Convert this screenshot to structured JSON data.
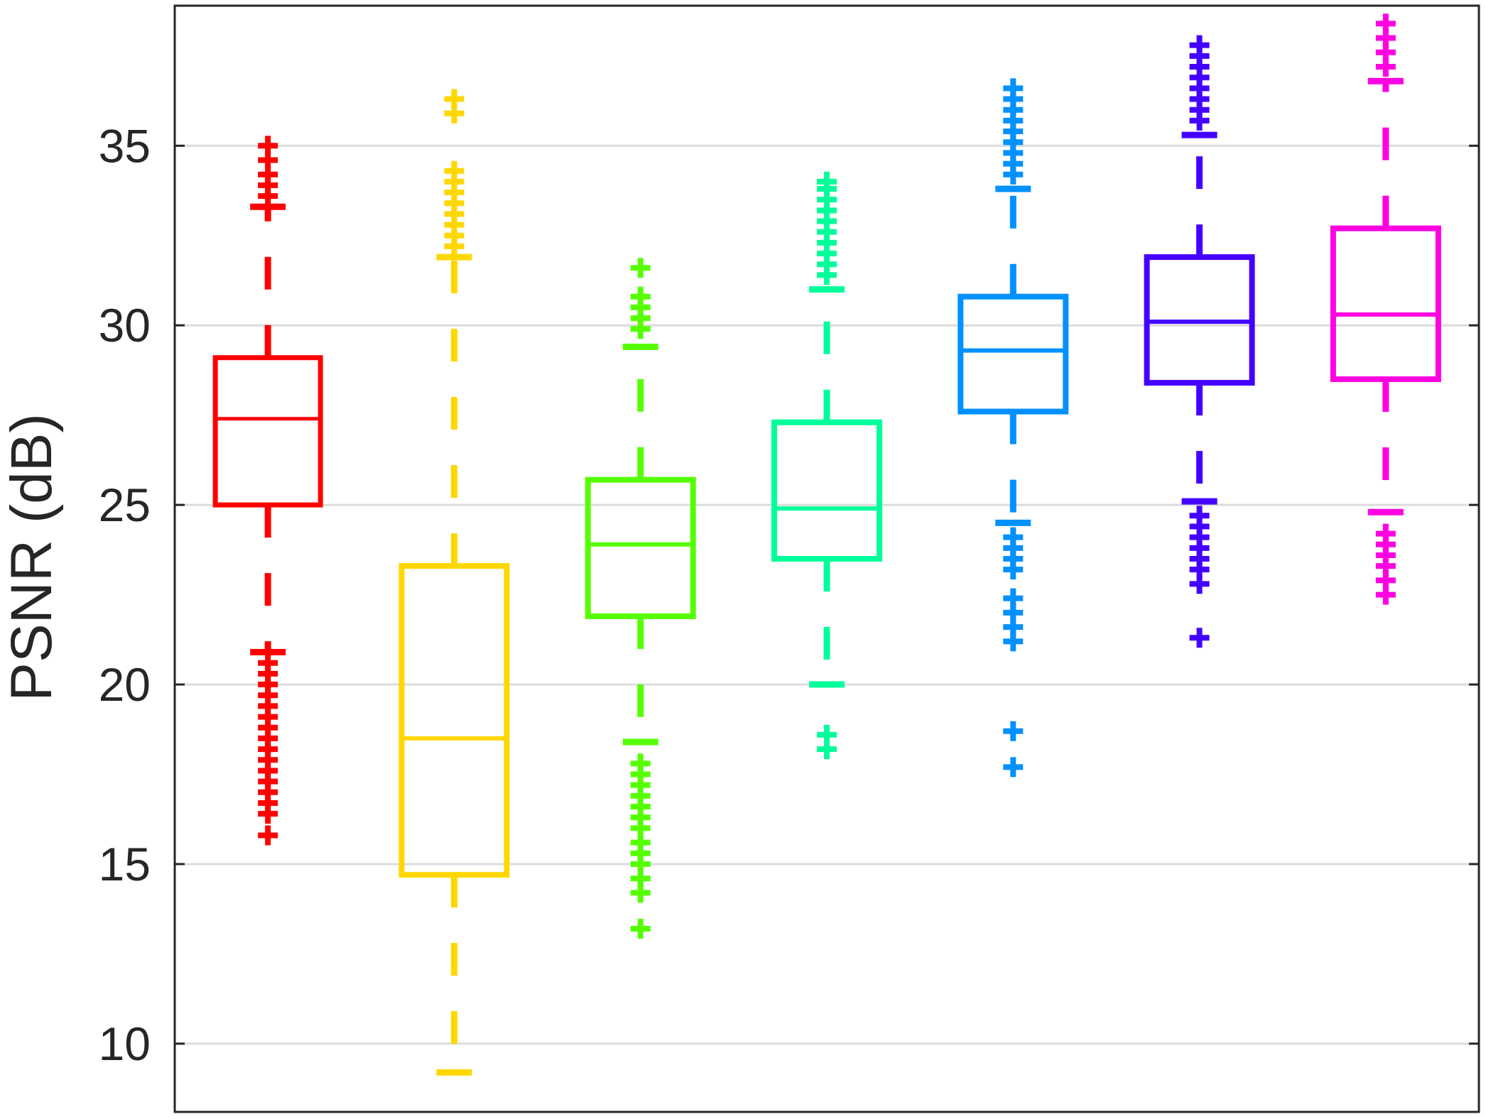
{
  "chart_data": {
    "type": "box",
    "title": "",
    "xlabel": "",
    "ylabel": "PSNR (dB)",
    "ylim": [
      8.1,
      38.9
    ],
    "yticks": [
      10,
      15,
      20,
      25,
      30,
      35
    ],
    "grid": "horizontal",
    "legend": "none",
    "series": [
      {
        "color": "#ff0000",
        "q1": 25.0,
        "median": 27.4,
        "q3": 29.1,
        "whisker_low": 20.9,
        "whisker_high": 33.3,
        "outliers": [
          15.8,
          16.4,
          16.7,
          17.0,
          17.3,
          17.6,
          17.9,
          18.2,
          18.5,
          18.8,
          19.1,
          19.4,
          19.7,
          20.0,
          20.3,
          20.6,
          33.6,
          33.9,
          34.2,
          34.6,
          35.0
        ]
      },
      {
        "color": "#ffd700",
        "q1": 14.7,
        "median": 18.5,
        "q3": 23.3,
        "whisker_low": 9.2,
        "whisker_high": 31.9,
        "outliers": [
          32.2,
          32.5,
          32.8,
          33.1,
          33.4,
          33.7,
          34.0,
          34.3,
          35.9,
          36.3
        ]
      },
      {
        "color": "#55ff00",
        "q1": 21.9,
        "median": 23.9,
        "q3": 25.7,
        "whisker_low": 18.4,
        "whisker_high": 29.4,
        "outliers": [
          13.2,
          14.2,
          14.6,
          15.0,
          15.3,
          15.6,
          16.0,
          16.3,
          16.6,
          16.9,
          17.2,
          17.5,
          17.8,
          29.9,
          30.2,
          30.5,
          30.8,
          31.6
        ]
      },
      {
        "color": "#00ff9a",
        "q1": 23.5,
        "median": 24.9,
        "q3": 27.3,
        "whisker_low": 20.0,
        "whisker_high": 31.0,
        "outliers": [
          18.2,
          18.6,
          31.4,
          31.7,
          32.0,
          32.3,
          32.6,
          32.9,
          33.2,
          33.5,
          33.8,
          34.0
        ]
      },
      {
        "color": "#0091ff",
        "q1": 27.6,
        "median": 29.3,
        "q3": 30.8,
        "whisker_low": 24.5,
        "whisker_high": 33.8,
        "outliers": [
          17.7,
          18.7,
          21.2,
          21.6,
          22.0,
          22.4,
          23.2,
          23.5,
          23.8,
          24.1,
          34.2,
          34.5,
          34.8,
          35.1,
          35.4,
          35.7,
          36.0,
          36.3,
          36.6
        ]
      },
      {
        "color": "#4400ff",
        "q1": 28.4,
        "median": 30.1,
        "q3": 31.9,
        "whisker_low": 25.1,
        "whisker_high": 35.3,
        "outliers": [
          21.3,
          22.8,
          23.2,
          23.5,
          23.8,
          24.1,
          24.4,
          24.7,
          35.7,
          36.0,
          36.3,
          36.6,
          36.9,
          37.2,
          37.5,
          37.8
        ]
      },
      {
        "color": "#ff00e1",
        "q1": 28.5,
        "median": 30.3,
        "q3": 32.7,
        "whisker_low": 24.8,
        "whisker_high": 36.8,
        "outliers": [
          22.5,
          22.9,
          23.3,
          23.6,
          23.9,
          24.2,
          37.2,
          37.6,
          38.0,
          38.4
        ]
      }
    ]
  }
}
